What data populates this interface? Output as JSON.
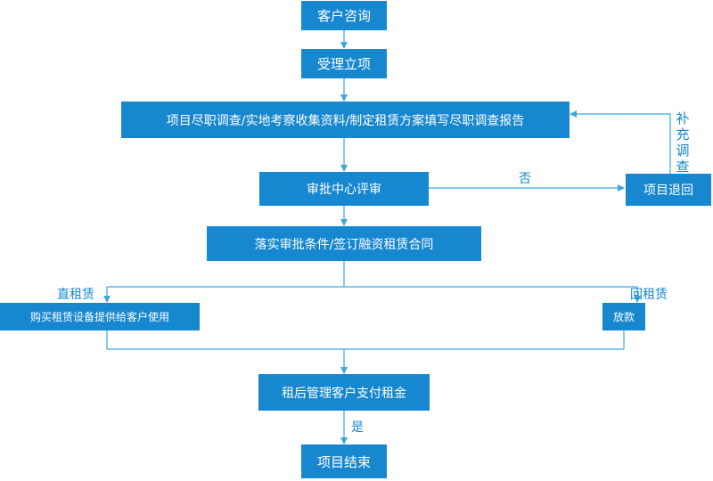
{
  "colors": {
    "box_fill": "#1787cf",
    "box_text": "#ffffff",
    "line": "#3ea6dc",
    "label": "#1787cf"
  },
  "nodes": {
    "consult": "客户咨询",
    "accept": "受理立项",
    "due_diligence": "项目尽职调查/实地考察收集资料/制定租赁方案填写尽职调查报告",
    "review": "审批中心评审",
    "returned": "项目退回",
    "contract": "落实审批条件/签订融资租赁合同",
    "purchase": "购买租赁设备提供给客户使用",
    "loan": "放款",
    "rent": "租后管理客户支付租金",
    "end": "项目结束"
  },
  "labels": {
    "no": "否",
    "supplement": "补充调查",
    "direct_lease": "直租赁",
    "leaseback": "回租赁",
    "yes": "是"
  }
}
